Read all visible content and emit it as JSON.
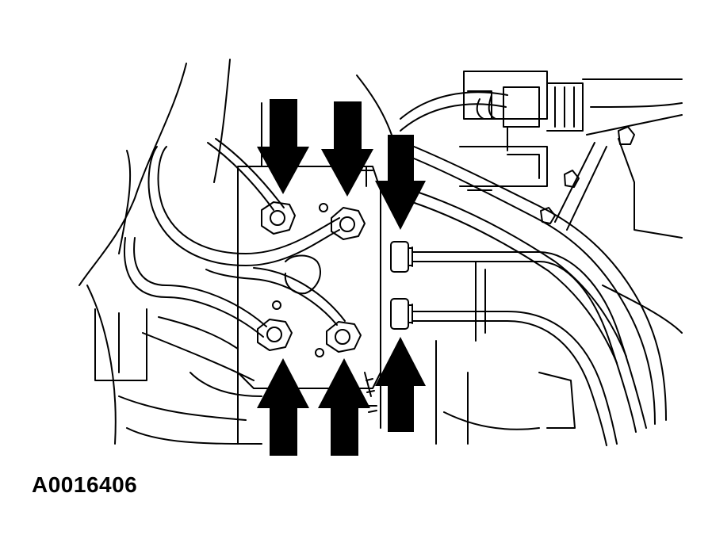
{
  "figure": {
    "id_label": "A0016406"
  },
  "diagram": {
    "description_components": [
      "hydraulic-control-unit",
      "brake-tube-fittings",
      "brake-lines",
      "indicator-arrows"
    ],
    "arrows": {
      "down_count": 3,
      "up_count": 3
    },
    "colors": {
      "line": "#000000",
      "background": "#ffffff"
    }
  }
}
